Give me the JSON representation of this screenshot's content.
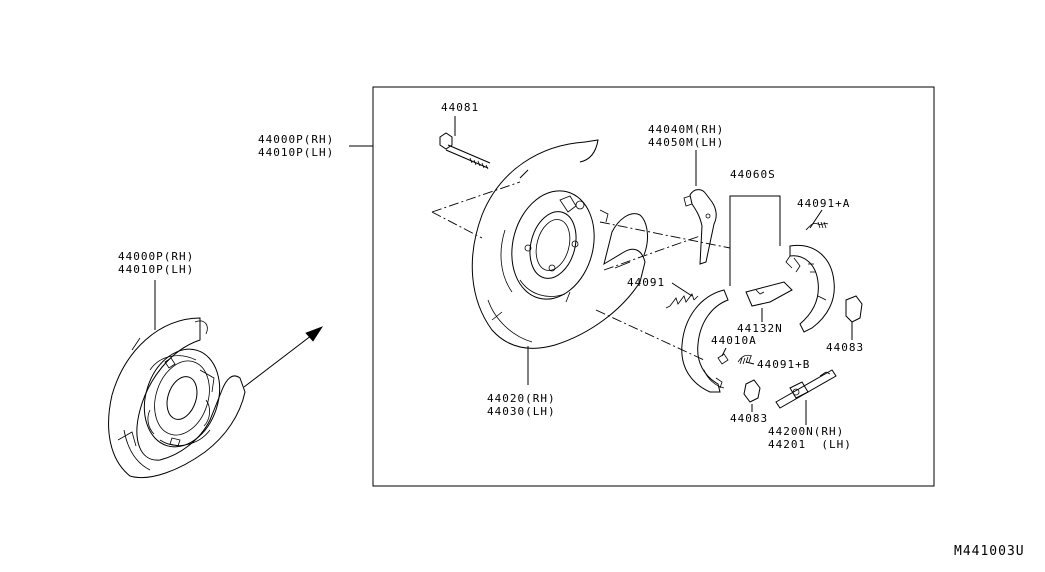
{
  "diagram_code": "M441003U",
  "labels": {
    "asm_left_1": "44000P(RH)",
    "asm_left_2": "44010P(LH)",
    "asm_box_1": "44000P(RH)",
    "asm_box_2": "44010P(LH)",
    "bolt": "44081",
    "plate_1": "44020(RH)",
    "plate_2": "44030(LH)",
    "lever_1": "44040M(RH)",
    "lever_2": "44050M(LH)",
    "shoe_set": "44060S",
    "spring_a": "44091+A",
    "spring": "44091",
    "adjuster": "44132N",
    "pin": "44010A",
    "spring_b": "44091+B",
    "cup_right": "44083",
    "cup_bottom": "44083",
    "strut_1": "44200N(RH)",
    "strut_2": "44201  (LH)"
  }
}
